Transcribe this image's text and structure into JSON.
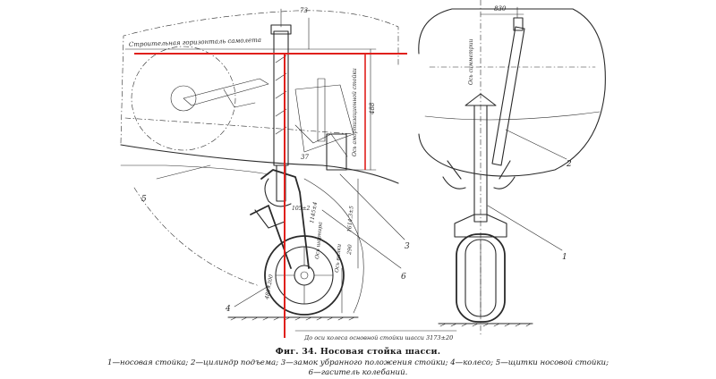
{
  "figure": {
    "title": "Фиг. 34. Носовая стойка шасси.",
    "legend_line1": "1—носовая стойка; 2—цилиндр подъема; 3—замок убранного положения стойки; 4—колесо; 5—щитки носовой стойки;",
    "legend_line2": "6—гаситель колебаний."
  },
  "annotations": {
    "horizontal_line": "Строительная горизонталь самолета",
    "symmetry_axis": "Ось симметрии",
    "strut_axis": "Ось амортизационной стойки",
    "hinge_axis": "Ось шарнира",
    "fork_axis": "Ось вилки",
    "wheel_axis_distance": "До оси колеса основной стойки шасси 3173±20",
    "wheel_size": "480×200",
    "dim_488": "488",
    "dim_73": "73",
    "dim_830": "830",
    "dim_37": "37",
    "dim_290": "290",
    "dim_1145": "1145±4",
    "dim_1614": "1614,3±5",
    "dim_105": "105±2"
  },
  "callouts": {
    "n1": "1",
    "n2": "2",
    "n3": "3",
    "n4": "4",
    "n5": "5",
    "n6": "6"
  },
  "colors": {
    "ink": "#2a2a2a",
    "red_marker": "#e0201c",
    "paper": "#ffffff"
  }
}
